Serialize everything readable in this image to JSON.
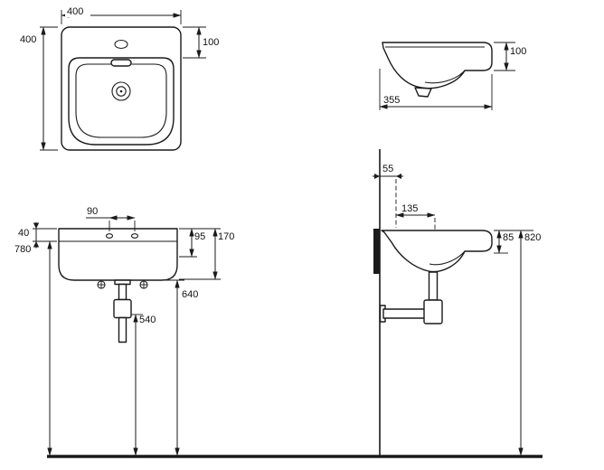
{
  "colors": {
    "line": "#1a1a1a",
    "background": "#ffffff"
  },
  "dims": {
    "plan_width": "400",
    "plan_depth": "400",
    "plan_taphole_offset": "100",
    "profile_rim_height": "100",
    "profile_depth": "355",
    "front_hole_spacing": "90",
    "front_rim_thickness": "40",
    "front_underrim_height": "780",
    "front_apron_height": "95",
    "front_total_depth": "170",
    "front_clearance_height": "640",
    "front_trap_height": "540",
    "install_wall_offset": "55",
    "install_drain_offset": "135",
    "install_rim_thickness": "85",
    "install_total_height": "820"
  }
}
